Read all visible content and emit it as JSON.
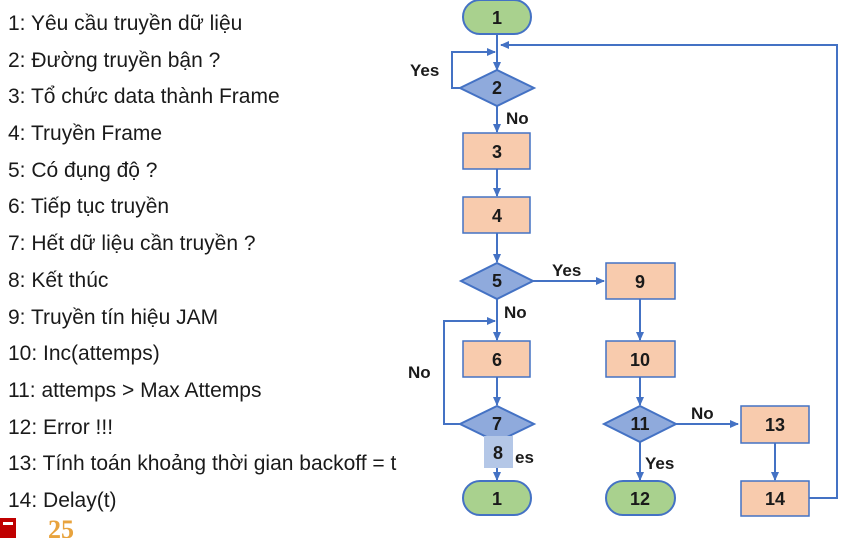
{
  "legend": [
    "1: Yêu cầu truyền dữ liệu",
    "2: Đường truyền bận ?",
    "3: Tổ chức data thành Frame",
    "4: Truyền Frame",
    "5: Có đụng độ ?",
    "6: Tiếp tục truyền",
    "7: Hết dữ liệu cần truyền ?",
    "8: Kết thúc",
    "9: Truyền tín hiệu JAM",
    "10: Inc(attemps)",
    "11: attemps > Max Attemps",
    "12: Error !!!",
    "13: Tính toán khoảng thời gian backoff = t",
    "14: Delay(t)"
  ],
  "nodes": {
    "n1_top": "1",
    "n2": "2",
    "n3": "3",
    "n4": "4",
    "n5": "5",
    "n6": "6",
    "n7": "7",
    "n8": "8",
    "n1_end": "1",
    "n9": "9",
    "n10": "10",
    "n11": "11",
    "n12": "12",
    "n13": "13",
    "n14": "14"
  },
  "edge_labels": {
    "yes_2": "Yes",
    "no_2": "No",
    "yes_5": "Yes",
    "no_5": "No",
    "no_7": "No",
    "yes_7": "es",
    "no_11": "No",
    "yes_11": "Yes"
  },
  "colors": {
    "terminal": "#a9d18e",
    "process": "#f8cbad",
    "decision": "#8faadc",
    "overlay": "#b4c7e7",
    "line": "#4472c4"
  },
  "logo_text": "25"
}
